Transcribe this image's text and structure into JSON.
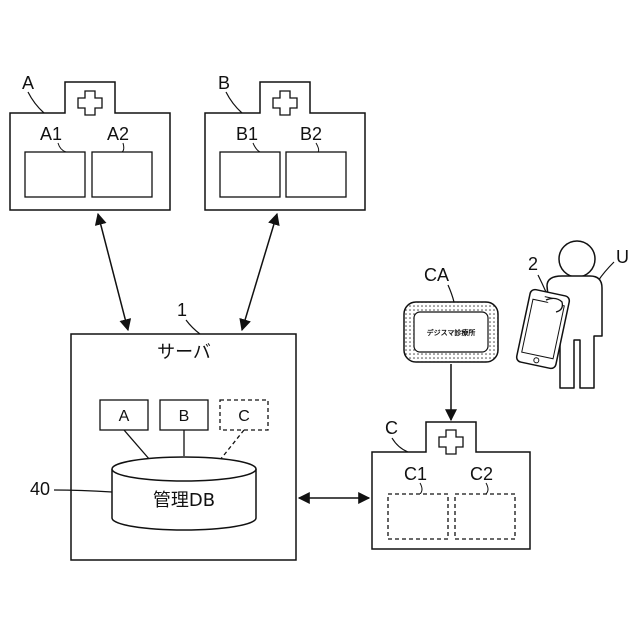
{
  "facilities": {
    "a": {
      "label": "A",
      "sub1": "A1",
      "sub2": "A2"
    },
    "b": {
      "label": "B",
      "sub1": "B1",
      "sub2": "B2"
    },
    "c": {
      "label": "C",
      "sub1": "C1",
      "sub2": "C2"
    }
  },
  "server": {
    "ref": "1",
    "title": "サーバ"
  },
  "database": {
    "ref": "40",
    "title": "管理DB",
    "entries": [
      "A",
      "B",
      "C"
    ]
  },
  "signage": {
    "ref": "CA",
    "text": "デジスマ診療所"
  },
  "user": {
    "ref": "U",
    "device_ref": "2"
  }
}
